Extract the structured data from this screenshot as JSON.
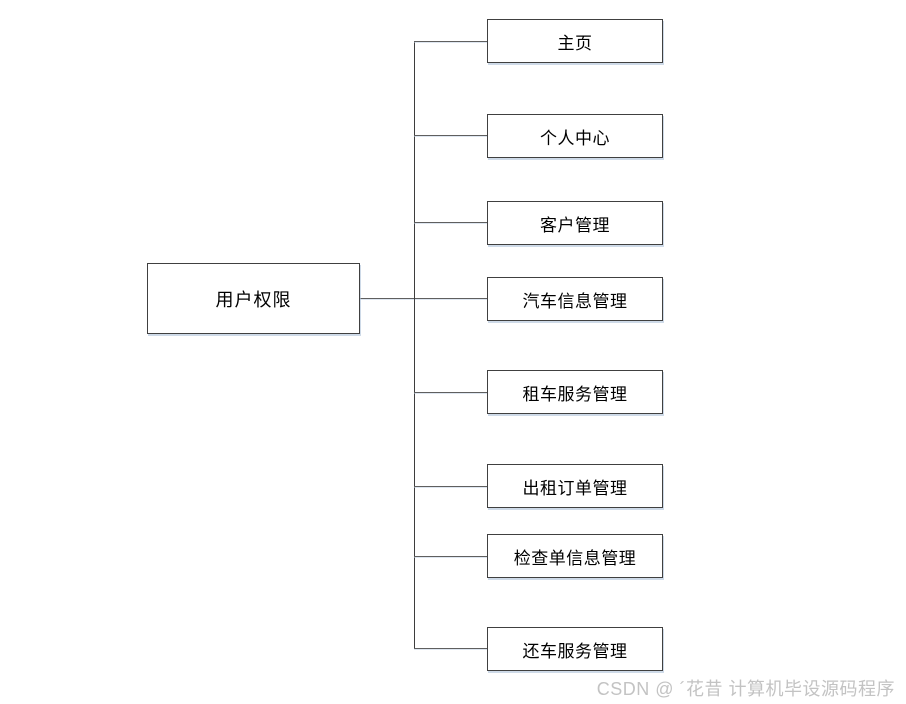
{
  "diagram": {
    "root": {
      "label": "用户权限"
    },
    "children": [
      {
        "label": "主页"
      },
      {
        "label": "个人中心"
      },
      {
        "label": "客户管理"
      },
      {
        "label": "汽车信息管理"
      },
      {
        "label": "租车服务管理"
      },
      {
        "label": "出租订单管理"
      },
      {
        "label": "检查单信息管理"
      },
      {
        "label": "还车服务管理"
      }
    ]
  },
  "watermark": {
    "text": "CSDN @ ´花昔  计算机毕设源码程序"
  },
  "colors": {
    "background": "#ffffff",
    "box_border": "#404040",
    "connector_line": "#5f5f5f",
    "shadow": "#adc1d9",
    "text": "#000000",
    "watermark_text": "#c3c3c3"
  }
}
